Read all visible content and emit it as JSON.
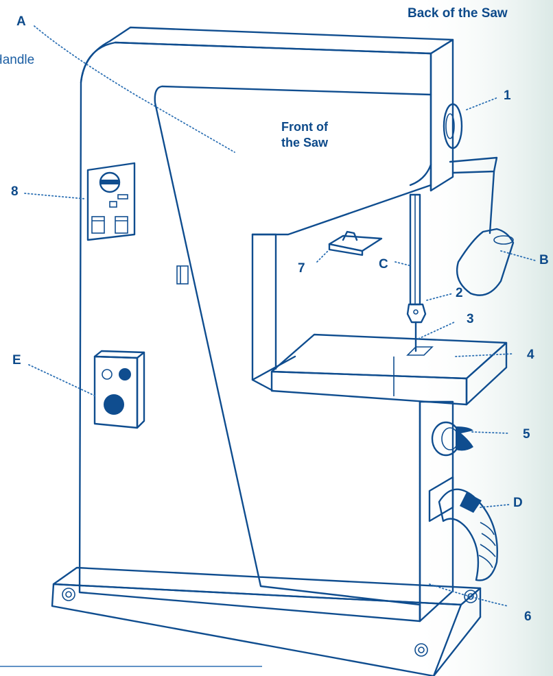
{
  "header": {
    "back_label": "Back of the Saw"
  },
  "labels": {
    "handle_fragment": "Handle",
    "front_line1": "Front of",
    "front_line2": "the Saw",
    "A": "A",
    "B": "B",
    "C": "C",
    "D": "D",
    "E": "E",
    "n1": "1",
    "n2": "2",
    "n3": "3",
    "n4": "4",
    "n5": "5",
    "n6": "6",
    "n7": "7",
    "n8": "8"
  },
  "colors": {
    "line": "#0f4d8f",
    "label": "#0d4a8a",
    "fill_dark": "#0f4d8f",
    "background_tint": "#e7f0ee"
  }
}
